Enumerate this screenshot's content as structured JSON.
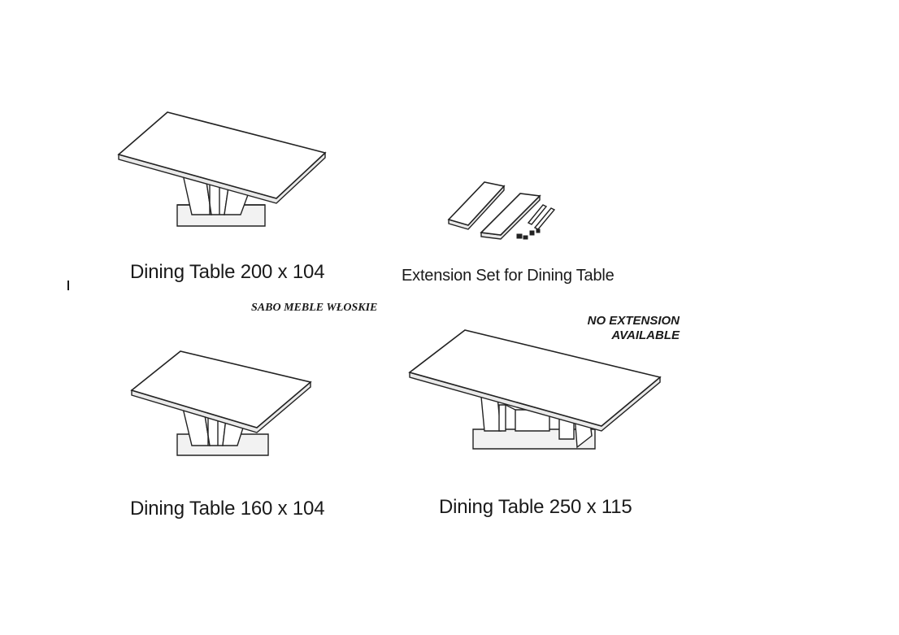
{
  "products": [
    {
      "id": "table-200",
      "caption": "Dining Table 200 x 104"
    },
    {
      "id": "extension-set",
      "caption": "Extension Set for Dining Table"
    },
    {
      "id": "table-160",
      "caption": "Dining Table 160 x 104"
    },
    {
      "id": "table-250",
      "caption": "Dining Table 250 x 115"
    }
  ],
  "watermark": "SABO MEBLE WŁOSKIE",
  "note": {
    "line1": "NO EXTENSION",
    "line2": "AVAILABLE"
  }
}
